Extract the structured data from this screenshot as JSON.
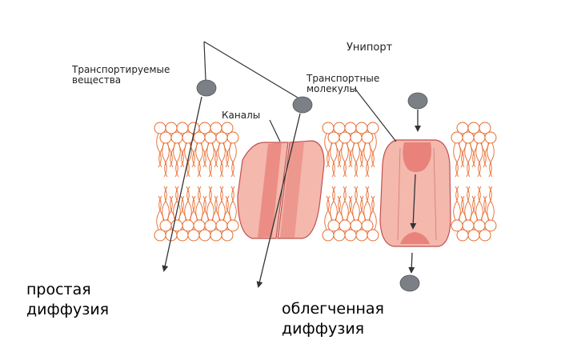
{
  "labels": {
    "transported": "Транспортируемые\nвещества",
    "channels": "Каналы",
    "uniport": "Унипорт",
    "transport_molecules": "Транспортные\nмолекулы",
    "simple_diffusion": "простая\nдиффузия",
    "facilitated_diffusion": "облегченная\nдиффузия"
  },
  "colors": {
    "lipid": "#e86a2c",
    "protein_light": "#f4b8ad",
    "protein_dark": "#e8827a",
    "particle": "#7b7f86",
    "line": "#333333"
  }
}
